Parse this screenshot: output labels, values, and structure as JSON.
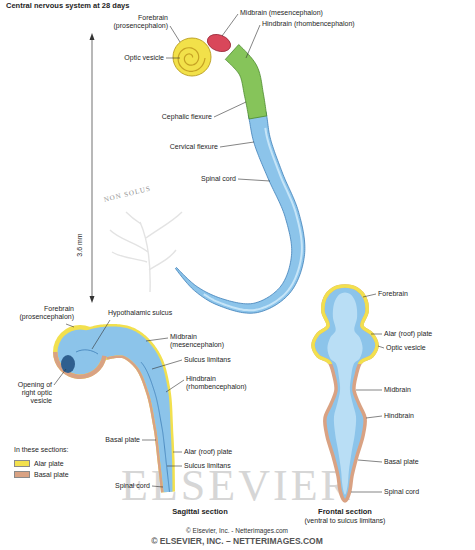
{
  "diagram": {
    "title": "Central nervous system at 28 days",
    "labels": [
      "Forebrain (prosencephalon)",
      "Midbrain (mesencephalon)",
      "Hindbrain (rhombencephalon)",
      "Optic vesicle",
      "Cephalic flexure",
      "Cervical flexure",
      "Spinal cord",
      "3.6 mm",
      "Forebrain (prosencephalon)",
      "Hypothalamic sulcus",
      "Midbrain (mesencephalon)",
      "Sulcus limitans",
      "Hindbrain (rhombencephalon)",
      "Opening of right optic vesicle",
      "Basal plate",
      "Alar (roof) plate",
      "Sulcus limitans",
      "Spinal cord",
      "Forebrain",
      "Alar (roof) plate",
      "Optic vesicle",
      "Midbrain",
      "Hindbrain",
      "Basal plate",
      "Spinal cord",
      "In these sections:",
      "Sagittal section",
      "Frontal section",
      "(ventral to sulcus limitans)",
      "NON SOLUS",
      "ELSEVIER",
      "© Elsevier, Inc. - Netterimages.com",
      "© ELSEVIER, INC. – NETTERIMAGES.COM"
    ],
    "legend": [
      {
        "text": "Alar plate",
        "color": "#f2e04e"
      },
      {
        "text": "Basal plate",
        "color": "#d9a283"
      }
    ]
  }
}
